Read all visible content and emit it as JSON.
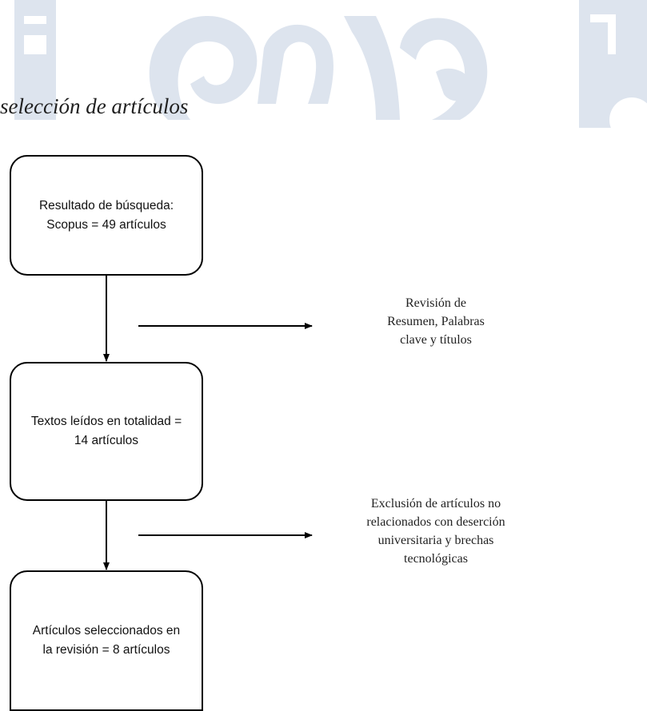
{
  "title": "selección de artículos",
  "watermark": {
    "logo": "university-crest-watermark",
    "color": "#dde4ee"
  },
  "colors": {
    "line": "#000000",
    "box_border": "#000000",
    "text": "#111111"
  },
  "flow": {
    "boxes": [
      {
        "id": "box1",
        "lines": [
          "Resultado de búsqueda:",
          "Scopus = 49 artículos"
        ]
      },
      {
        "id": "box2",
        "lines": [
          "Textos leídos en totalidad =",
          "14 artículos"
        ]
      },
      {
        "id": "box3",
        "lines": [
          "Artículos seleccionados en",
          "la revisión = 8 artículos"
        ]
      }
    ],
    "notes": [
      {
        "id": "note1",
        "lines": [
          "Revisión de",
          "Resumen, Palabras",
          "clave y títulos"
        ]
      },
      {
        "id": "note2",
        "lines": [
          "Exclusión de artículos no",
          "relacionados con deserción",
          "universitaria y brechas",
          "tecnológicas"
        ]
      }
    ]
  }
}
